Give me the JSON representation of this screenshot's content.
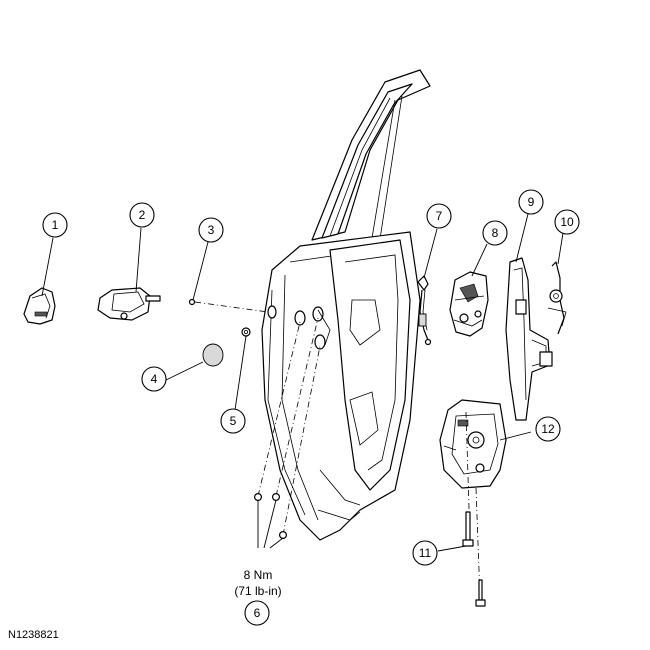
{
  "callouts": [
    {
      "id": "1",
      "label": "1"
    },
    {
      "id": "2",
      "label": "2"
    },
    {
      "id": "3",
      "label": "3"
    },
    {
      "id": "4",
      "label": "4"
    },
    {
      "id": "5",
      "label": "5"
    },
    {
      "id": "6",
      "label": "6"
    },
    {
      "id": "7",
      "label": "7"
    },
    {
      "id": "8",
      "label": "8"
    },
    {
      "id": "9",
      "label": "9"
    },
    {
      "id": "10",
      "label": "10"
    },
    {
      "id": "11",
      "label": "11"
    },
    {
      "id": "12",
      "label": "12"
    }
  ],
  "torque": {
    "line1": "8 Nm",
    "line2": "(71 lb-in)"
  },
  "reference": "N1238821"
}
